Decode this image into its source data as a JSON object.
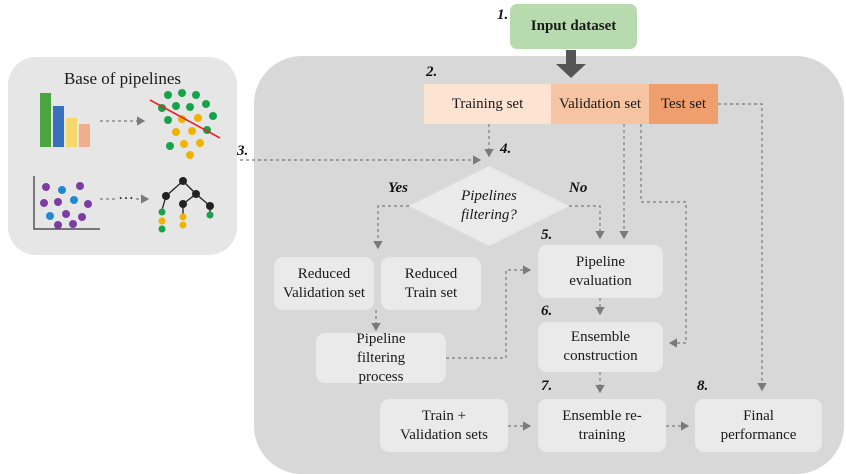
{
  "steps": {
    "s1": "1.",
    "s2": "2.",
    "s3": "3.",
    "s4": "4.",
    "s5": "5.",
    "s6": "6.",
    "s7": "7.",
    "s8": "8."
  },
  "input_dataset": "Input dataset",
  "base_title": "Base of pipelines",
  "ellipsis": "…",
  "splits": {
    "train": "Training set",
    "validation": "Validation set",
    "test": "Test set"
  },
  "decision": {
    "line1": "Pipelines",
    "line2": "filtering?",
    "yes": "Yes",
    "no": "No"
  },
  "boxes": {
    "reduced_validation": "Reduced Validation set",
    "reduced_train": "Reduced Train set",
    "pipeline_evaluation": "Pipeline evaluation",
    "filtering_process": "Pipeline filtering process",
    "ensemble_construction": "Ensemble construction",
    "train_validation": "Train + Validation sets",
    "ensemble_retraining": "Ensemble re-training",
    "final_performance": "Final performance"
  },
  "colors": {
    "input": "#b7dbae",
    "train": "#fde3d2",
    "validation": "#f6c4a3",
    "test": "#ef9e6e",
    "region": "#d8d8d8",
    "base": "#e6e6e6",
    "box": "#eaeaea",
    "arrow": "#7a7a7a",
    "bar1": "#4aa541",
    "bar2": "#3a6fc0",
    "bar3": "#f5d86b",
    "bar4": "#f2ad8c",
    "green": "#16a34a",
    "yellow": "#f0b400",
    "purple": "#7a3ea3",
    "blue": "#1f8ad0",
    "red": "#e32626"
  }
}
